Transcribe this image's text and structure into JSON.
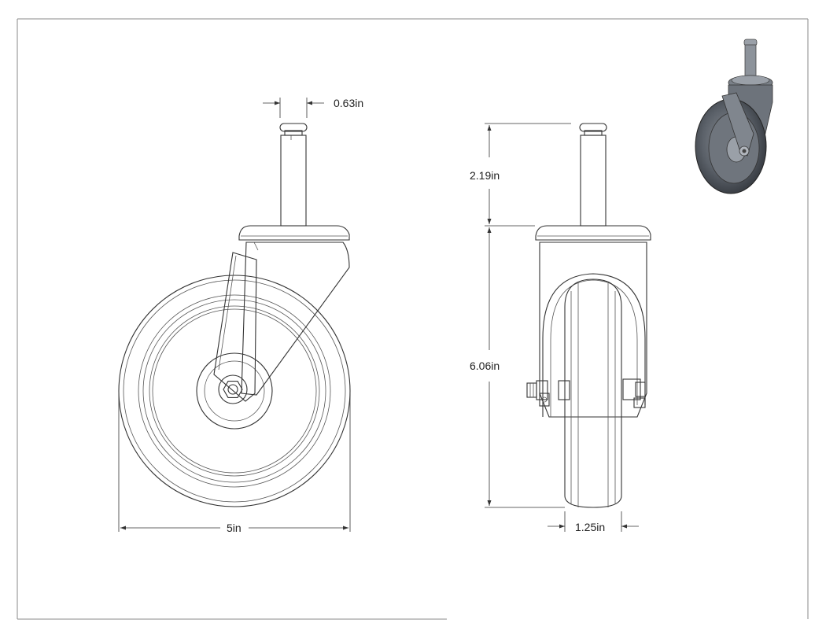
{
  "dimensions": {
    "stem_diameter": "0.63in",
    "stem_height": "2.19in",
    "overall_height": "6.06in",
    "wheel_diameter": "5in",
    "wheel_width": "1.25in"
  }
}
